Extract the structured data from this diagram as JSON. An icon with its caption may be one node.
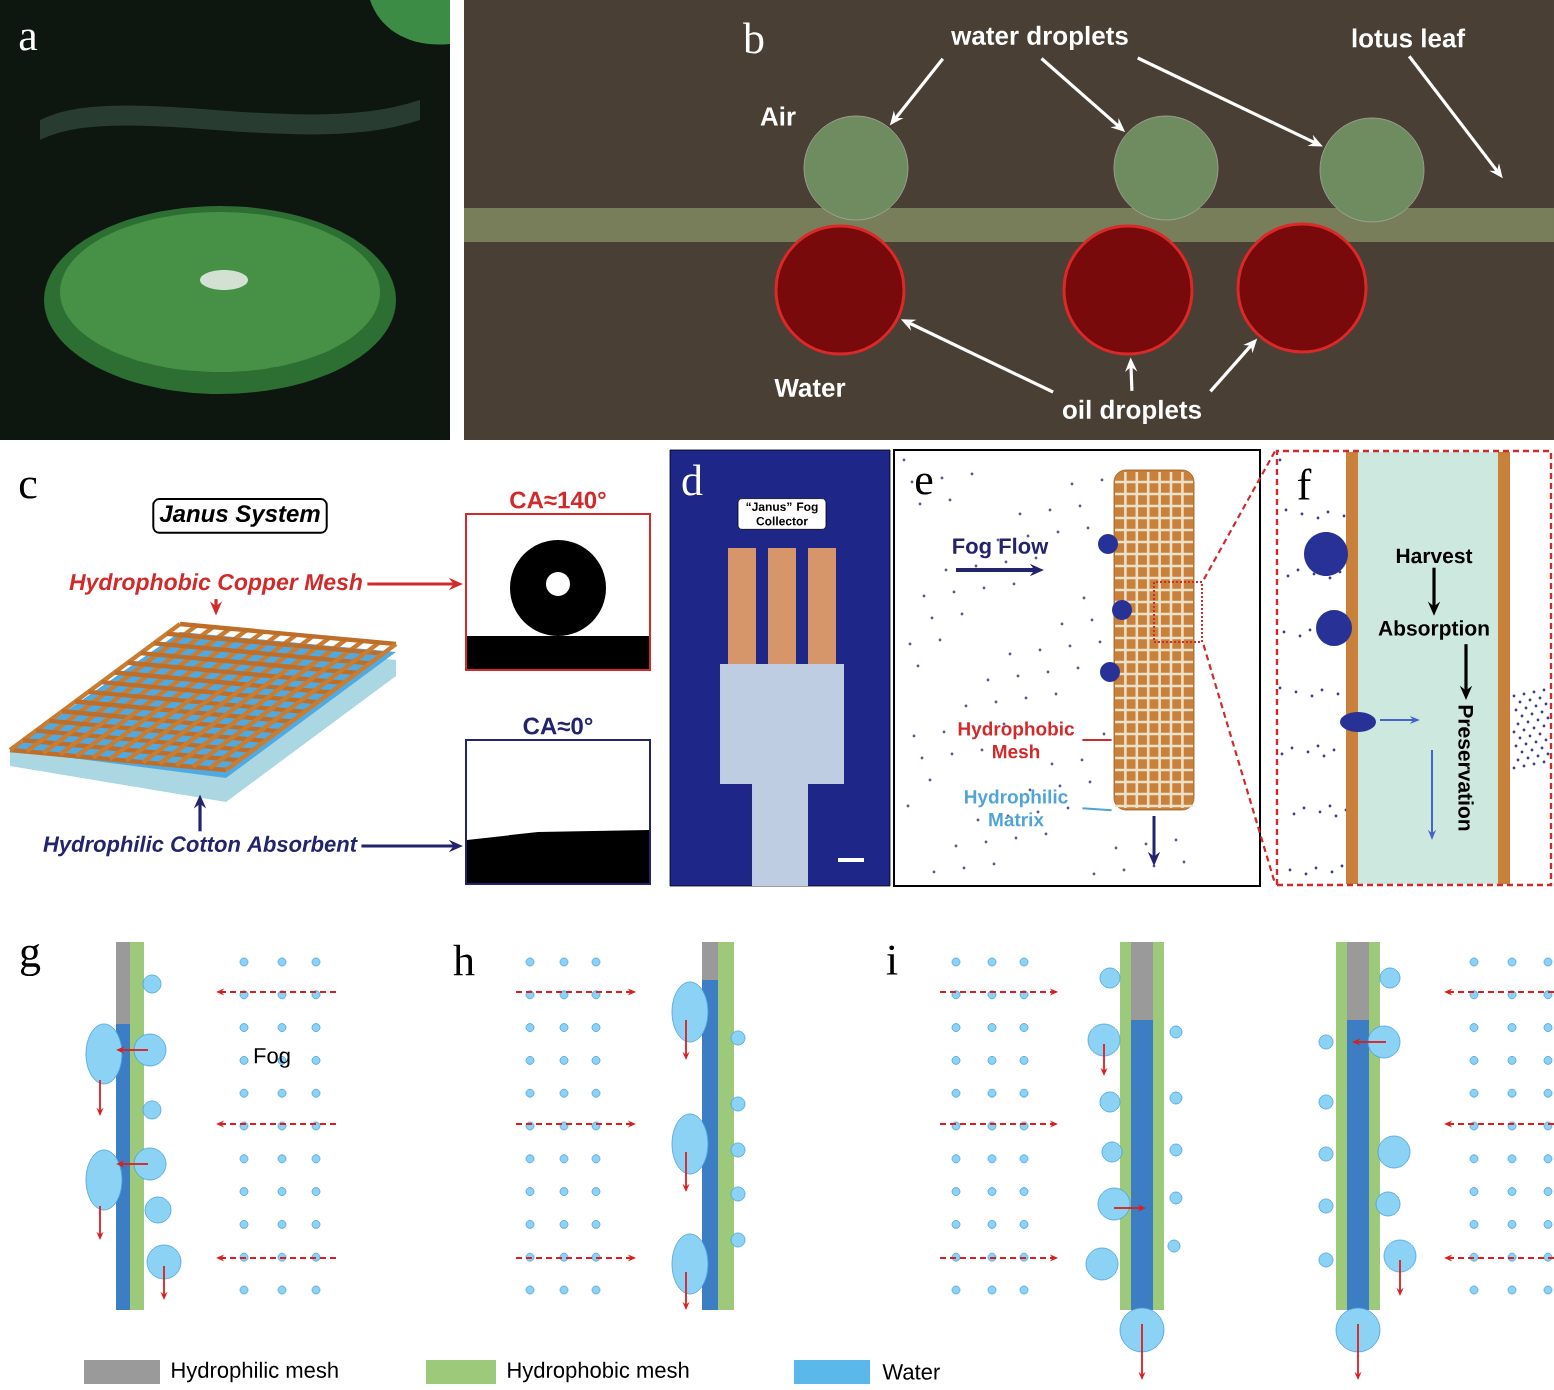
{
  "diagram": {
    "nodes": [
      {
        "text": [
          "water droplets"
        ]
      },
      {
        "text": [],
        "shape": "circle"
      },
      {
        "text": [],
        "shape": "circle"
      },
      {
        "text": [],
        "shape": "circle"
      },
      {
        "text": [
          "lotus leaf"
        ]
      },
      {
        "text": [],
        "shape": "circle"
      },
      {
        "text": [],
        "shape": "circle"
      },
      {
        "text": [],
        "shape": "circle"
      },
      {
        "text": [
          "oil droplets"
        ]
      },
      {
        "text": [
          "Janus System"
        ]
      },
      {
        "text": [
          "CA≈140°"
        ]
      },
      {
        "text": [
          "Hydrophobic Copper Mesh"
        ]
      },
      {
        "text": [
          "CA≈0°"
        ]
      },
      {
        "text": [
          "Hydrophilic Cotton Absorbent"
        ]
      },
      {
        "text": [],
        "shape": "picture"
      },
      {
        "text": [
          "“Janus” Fog Collector"
        ],
        "in": 14
      },
      {
        "text": [],
        "shape": "box"
      },
      {
        "text": [],
        "shape": "box"
      },
      {
        "text": [
          "Harvest"
        ],
        "in": 17
      },
      {
        "text": [
          "Absorption"
        ],
        "in": 17
      },
      {
        "text": [
          "Preservation"
        ],
        "in": 17
      },
      {
        "text": [
          "Hydrophobic Mesh"
        ]
      },
      {
        "text": [
          "Hydrophilic Matrix"
        ]
      },
      {
        "text": [],
        "shape": "cylinder"
      },
      {
        "text": [],
        "shape": "picture"
      }
    ],
    "edges": [
      {
        "from": 0,
        "to": 1,
        "arrow": "to"
      },
      {
        "from": 0,
        "to": 2,
        "arrow": "to"
      },
      {
        "from": 0,
        "to": 3,
        "arrow": "to"
      },
      {
        "from": 4,
        "to": null,
        "arrow": "to"
      },
      {
        "from": 8,
        "to": 5,
        "arrow": "to"
      },
      {
        "from": 8,
        "to": 6,
        "arrow": "to"
      },
      {
        "from": 8,
        "to": 7,
        "arrow": "to"
      },
      {
        "from": 11,
        "to": 10,
        "arrow": "to",
        "color": "#d22a2a"
      },
      {
        "from": 11,
        "to": 24,
        "arrow": "to",
        "color": "#d22a2a"
      },
      {
        "from": 13,
        "to": 12,
        "arrow": "to",
        "color": "#23236e"
      },
      {
        "from": 13,
        "to": 24,
        "arrow": "to",
        "color": "#23236e"
      },
      {
        "from": 16,
        "to": 17,
        "arrow": "none",
        "style": "dashed",
        "color": "#d22a2a"
      },
      {
        "from": 16,
        "to": 17,
        "arrow": "none",
        "style": "dashed",
        "color": "#d22a2a"
      },
      {
        "from": 18,
        "to": 19,
        "arrow": "to",
        "color": "#000000"
      },
      {
        "from": 19,
        "to": 20,
        "arrow": "to",
        "color": "#000000"
      },
      {
        "from": 21,
        "to": 23,
        "arrow": "none",
        "color": "#d22a2a"
      },
      {
        "from": 22,
        "to": 23,
        "arrow": "none",
        "color": "#4fa3d9"
      }
    ],
    "labels": [
      "a",
      "b",
      "Air",
      "Water",
      "c",
      "d",
      "e",
      "Fog Flow",
      "f",
      "g",
      "Fog",
      "h",
      "i"
    ],
    "legend": [
      {
        "text": "Hydrophilic mesh",
        "color": "#9a9a9a"
      },
      {
        "text": "Hydrophobic mesh",
        "color": "#9cc97a"
      },
      {
        "text": "Water",
        "color": "#5ab8ea"
      }
    ]
  }
}
